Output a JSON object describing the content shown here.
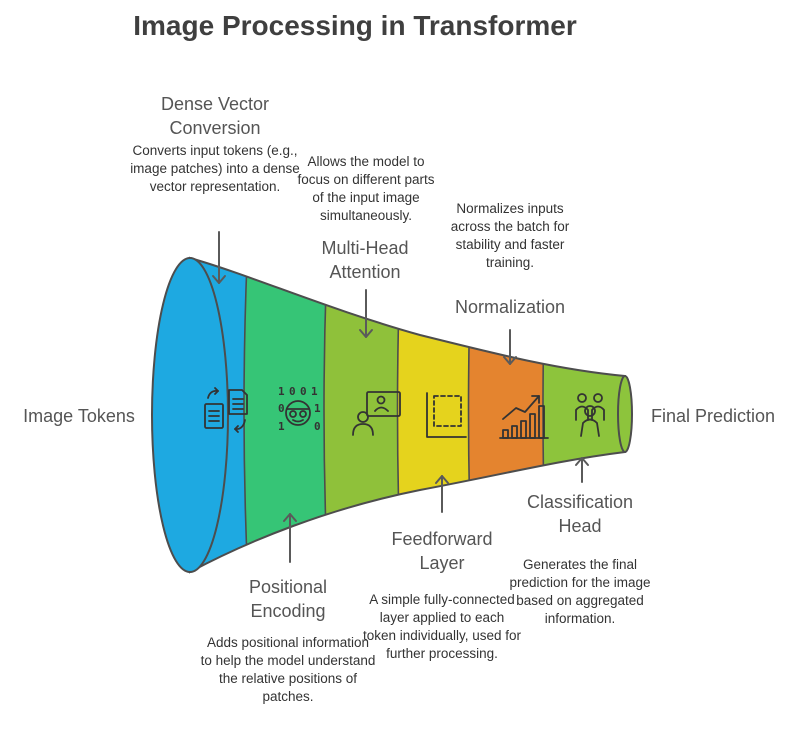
{
  "title": "Image Processing in Transformer",
  "input_label": "Image Tokens",
  "output_label": "Final Prediction",
  "stages": [
    {
      "name": "Dense Vector Conversion",
      "description": "Converts input tokens (e.g., image patches) into a dense vector representation.",
      "icon": "document-convert-icon",
      "color": "#1ea9e1"
    },
    {
      "name": "Positional Encoding",
      "description": "Adds positional information to help the model understand the relative positions of patches.",
      "icon": "binary-face-icon",
      "color": "#36c576"
    },
    {
      "name": "Multi-Head Attention",
      "description": "Allows the model to focus on different parts of the input image simultaneously.",
      "icon": "presenter-screen-icon",
      "color": "#8fc13a"
    },
    {
      "name": "Feedforward Layer",
      "description": "A simple fully-connected layer applied to each token individually, used for further processing.",
      "icon": "dashed-square-icon",
      "color": "#e5d31d"
    },
    {
      "name": "Normalization",
      "description": "Normalizes inputs across the batch for stability and faster training.",
      "icon": "growth-chart-icon",
      "color": "#e4842f"
    },
    {
      "name": "Classification Head",
      "description": "Generates the final prediction for the image based on aggregated information.",
      "icon": "group-people-icon",
      "color": "#8dc43c"
    }
  ]
}
